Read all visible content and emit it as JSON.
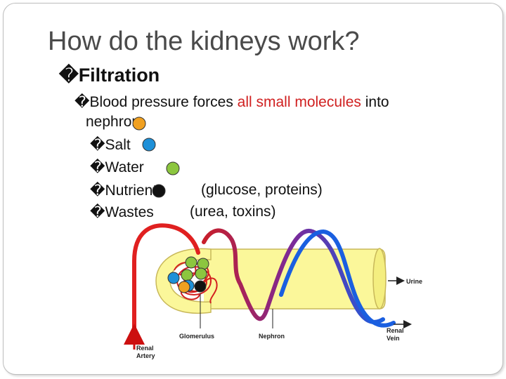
{
  "slide": {
    "title": "How do the kidneys work?",
    "heading_bullet": "�",
    "heading": "Filtration",
    "line2_bullet": "�",
    "line2_a": "Blood pressure forces ",
    "line2_highlight": "all small molecules",
    "line2_b": " into",
    "line2_cont": "nephron",
    "items": [
      {
        "bullet": "�",
        "label": "Salt",
        "note": "",
        "color": "#1e90d8"
      },
      {
        "bullet": "�",
        "label": "Water",
        "note": "",
        "color": "#8cc63f"
      },
      {
        "bullet": "�",
        "label": "Nutrients",
        "note": "(glucose, proteins)",
        "color": "#111111"
      },
      {
        "bullet": "�",
        "label": "Wastes",
        "note": "(urea, toxins)",
        "color": ""
      }
    ],
    "nephron_dot_color": "#f0a020"
  },
  "diagram": {
    "labels": {
      "urine": "Urine",
      "renal_vein": "Renal\nVein",
      "glomerulus": "Glomerulus",
      "nephron": "Nephron",
      "renal_artery": "Renal\nArtery"
    },
    "colors": {
      "artery": "#e02020",
      "vein": "#1a5fe0",
      "tube_fill": "#fbf79a",
      "tube_stroke": "#c8b85a",
      "arrow": "#cc1010"
    }
  }
}
